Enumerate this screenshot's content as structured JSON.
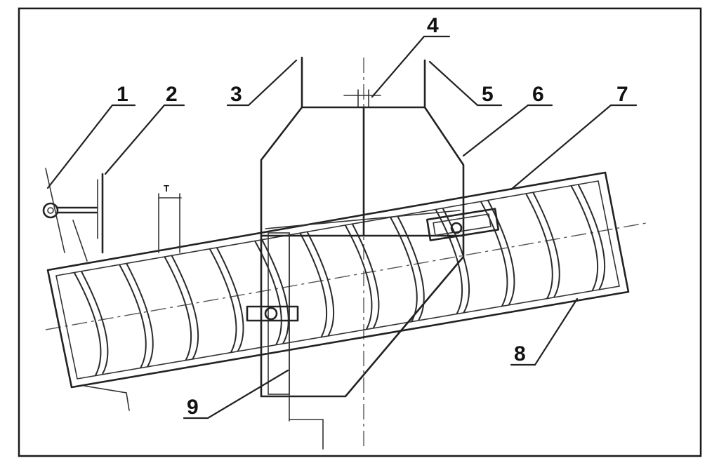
{
  "callouts": [
    {
      "id": "1",
      "label": "1"
    },
    {
      "id": "2",
      "label": "2"
    },
    {
      "id": "3",
      "label": "3"
    },
    {
      "id": "4",
      "label": "4"
    },
    {
      "id": "5",
      "label": "5"
    },
    {
      "id": "6",
      "label": "6"
    },
    {
      "id": "7",
      "label": "7"
    },
    {
      "id": "8",
      "label": "8"
    },
    {
      "id": "9",
      "label": "9"
    }
  ],
  "pitch_mark": "Т",
  "colors": {
    "line": "#222222",
    "background": "#ffffff"
  }
}
